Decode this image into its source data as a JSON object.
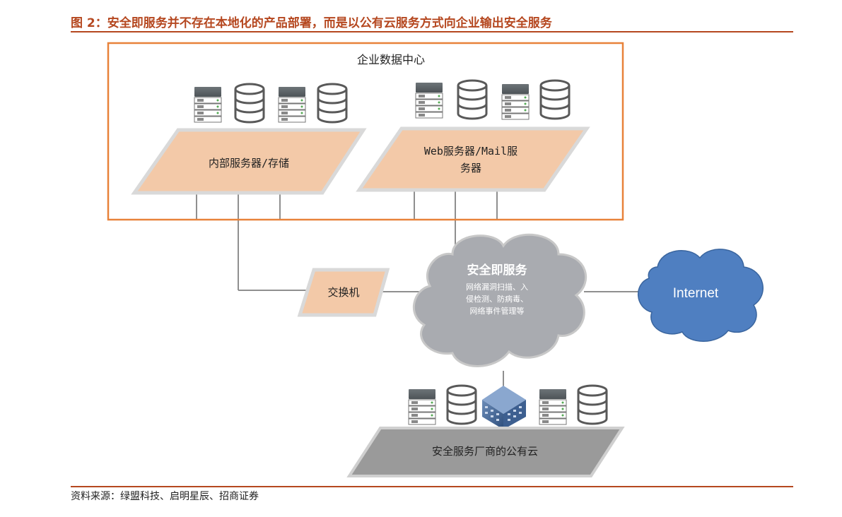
{
  "figure": {
    "title": "图 2：安全即服务并不存在本地化的产品部署，而是以公有云服务方式向企业输出安全服务",
    "source": "资料来源：绿盟科技、启明星辰、招商证券"
  },
  "datacenter": {
    "label": "企业数据中心",
    "internal_platform": "内部服务器/存储",
    "web_platform_line1": "Web服务器/Mail服",
    "web_platform_line2": "务器"
  },
  "switch": {
    "label": "交换机"
  },
  "security_cloud": {
    "title": "安全即服务",
    "line1": "网络漏洞扫描、入",
    "line2": "侵检测、防病毒、",
    "line3": "网络事件管理等"
  },
  "internet": {
    "label": "Internet"
  },
  "vendor": {
    "label": "安全服务厂商的公有云"
  },
  "colors": {
    "accent": "#b5471f",
    "frame": "#e8823a",
    "platform_fill": "#f3c9a8",
    "cloud_gray": "#a9abb0",
    "internet_blue": "#4f7fc1",
    "vendor_gray": "#9a9a9a",
    "line": "#8f8f8f"
  },
  "icons": [
    "server-icon",
    "database-icon",
    "building-icon",
    "cloud-icon"
  ]
}
